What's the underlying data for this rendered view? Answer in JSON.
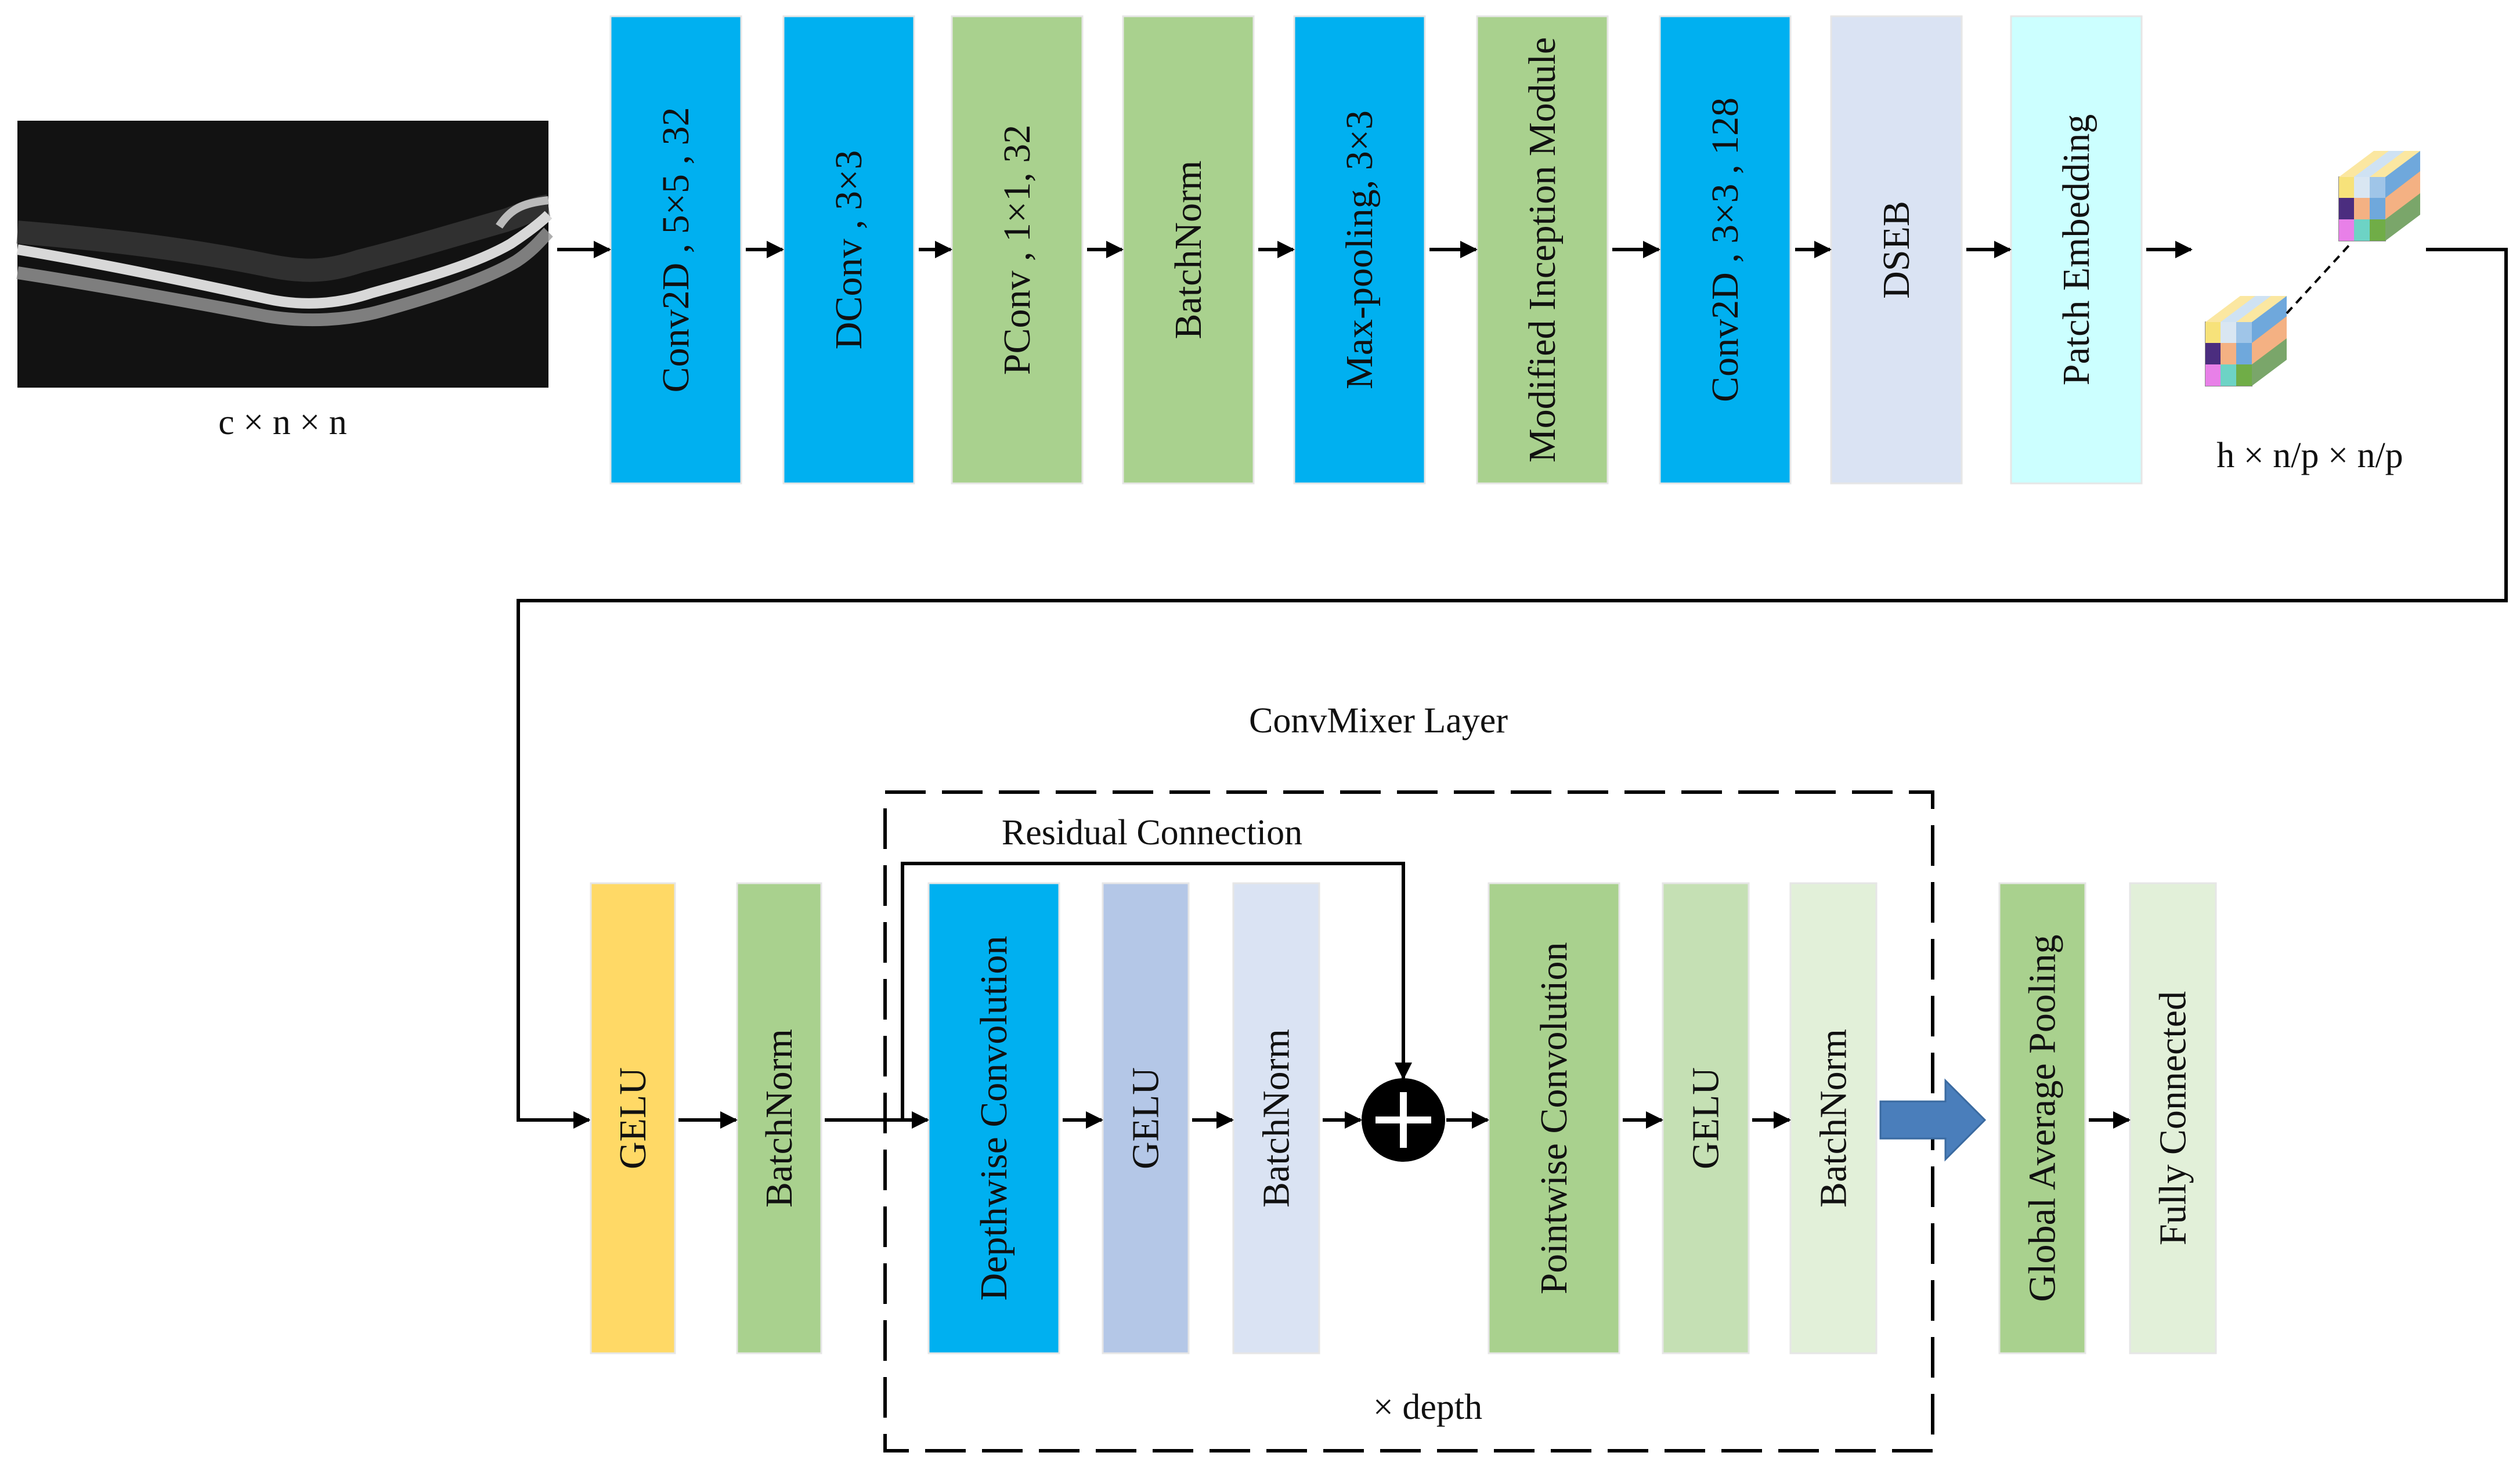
{
  "input": {
    "caption": "c × n × n"
  },
  "stem_blocks": [
    {
      "label": "Conv2D , 5×5 , 32",
      "color": "#00b0f0"
    },
    {
      "label": "DConv , 3×3",
      "color": "#00b0f0"
    },
    {
      "label": "PConv , 1×1, 32",
      "color": "#a9d18e"
    },
    {
      "label": "BatchNorm",
      "color": "#a9d18e"
    },
    {
      "label": "Max-pooling, 3×3",
      "color": "#00b0f0"
    },
    {
      "label": "Modified Inception Module",
      "color": "#a9d18e"
    },
    {
      "label": "Conv2D , 3×3 , 128",
      "color": "#00b0f0"
    },
    {
      "label": "DSEB",
      "color": "#dae3f3"
    },
    {
      "label": "Patch Embedding",
      "color": "#ccffff"
    }
  ],
  "patch_output": {
    "caption": "h × n/p × n/p"
  },
  "pre_blocks": [
    {
      "label": "GELU",
      "color": "#ffd966"
    },
    {
      "label": "BatchNorm",
      "color": "#a9d18e"
    }
  ],
  "convmixer": {
    "title": "ConvMixer Layer",
    "residual_label": "Residual Connection",
    "depth_label": "×  depth",
    "blocks_before_add": [
      {
        "label": "Depthwise Convolution",
        "color": "#00b0f0"
      },
      {
        "label": "GELU",
        "color": "#b4c7e7"
      },
      {
        "label": "BatchNorm",
        "color": "#dae3f3"
      }
    ],
    "blocks_after_add": [
      {
        "label": "Pointwise Convolution",
        "color": "#a9d18e"
      },
      {
        "label": "GELU",
        "color": "#c5e0b4"
      },
      {
        "label": "BatchNorm",
        "color": "#e2f0d9"
      }
    ]
  },
  "head_blocks": [
    {
      "label": "Global Average Pooling",
      "color": "#a9d18e"
    },
    {
      "label": "Fully Connected",
      "color": "#e2f0d9"
    }
  ],
  "colors": {
    "arrow": "#000000",
    "big_arrow": "#4a7ebb",
    "add_node": "#000000"
  },
  "icons": {
    "add": "plus-circle-icon",
    "transition": "right-block-arrow-icon"
  }
}
